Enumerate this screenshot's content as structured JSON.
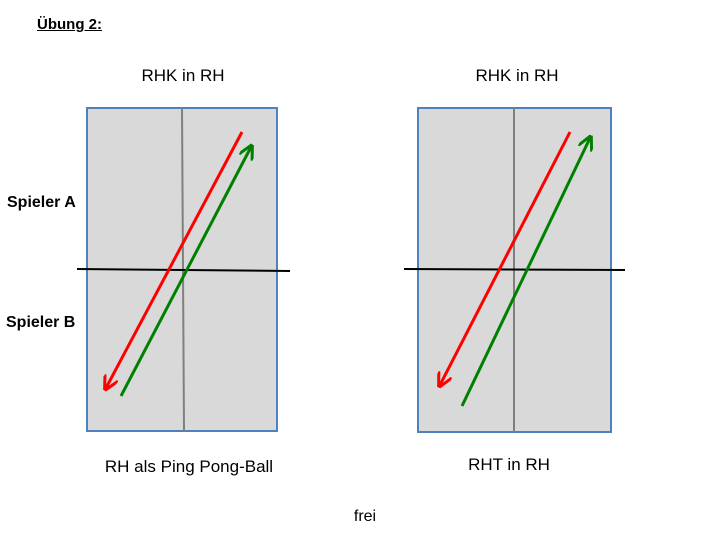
{
  "exercise_title": "Übung 2:",
  "player_a_label": "Spieler A",
  "player_b_label": "Spieler B",
  "footer_text": "frei",
  "colors": {
    "table_fill": "#d9d9d9",
    "table_border": "#4f81bd",
    "center_line": "#808080",
    "net_line": "#000000",
    "arrow_red": "#ff0000",
    "arrow_green": "#008000"
  },
  "diagrams": [
    {
      "top_caption": "RHK in RH",
      "bottom_caption": "RH als Ping Pong-Ball"
    },
    {
      "top_caption": "RHK in RH",
      "bottom_caption": "RHT in RH"
    }
  ]
}
